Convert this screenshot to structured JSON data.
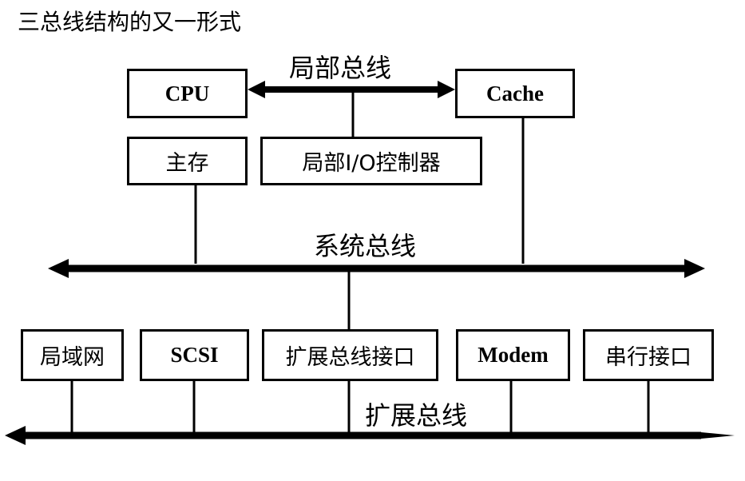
{
  "title": "三总线结构的又一形式",
  "buses": {
    "local": "局部总线",
    "system": "系统总线",
    "expansion": "扩展总线"
  },
  "components": {
    "cpu": "CPU",
    "cache": "Cache",
    "main_memory": "主存",
    "local_io_controller": "局部I/O控制器",
    "lan": "局域网",
    "scsi": "SCSI",
    "expansion_bus_interface": "扩展总线接口",
    "modem": "Modem",
    "serial_interface": "串行接口"
  }
}
